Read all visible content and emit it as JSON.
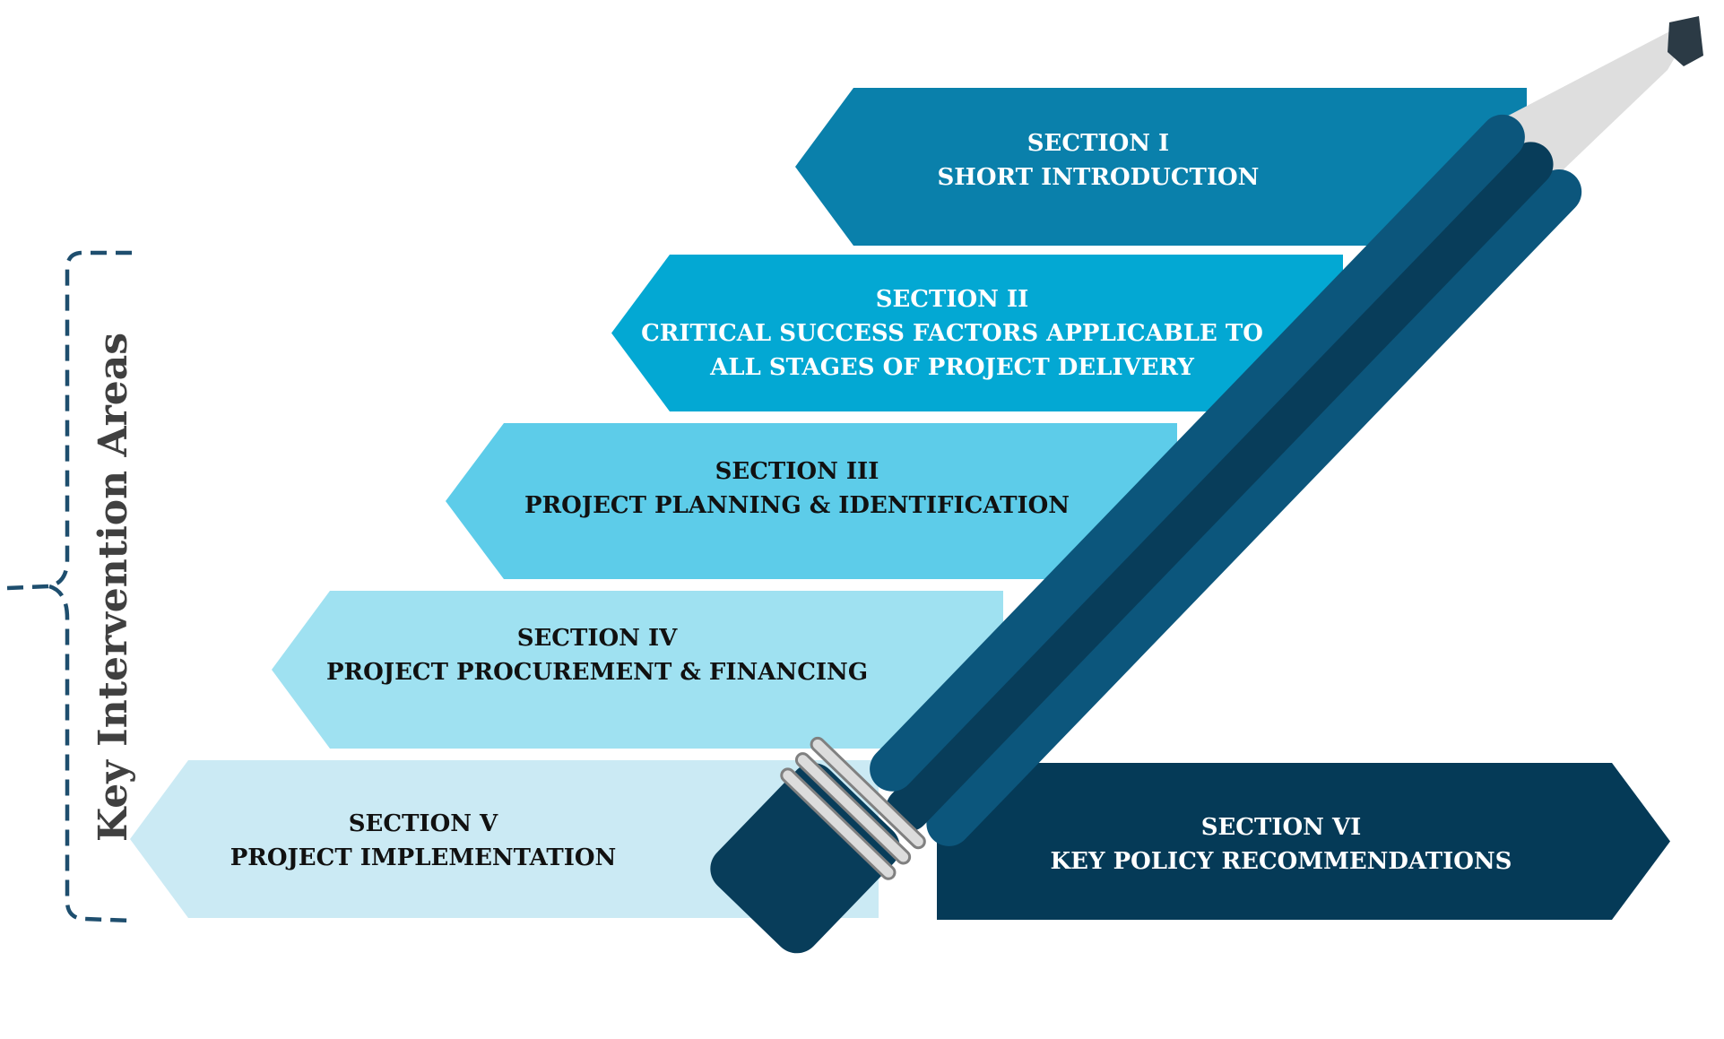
{
  "side_label": {
    "text": "Key Intervention Areas",
    "color": "#404040",
    "bracket_color": "#1e4e6e"
  },
  "sections": [
    {
      "id": "section-1",
      "lines": [
        "SECTION I",
        "SHORT INTRODUCTION"
      ],
      "fill": "#0a80ab",
      "text_color": "#ffffff",
      "direction": "left"
    },
    {
      "id": "section-2",
      "lines": [
        "SECTION II",
        "CRITICAL SUCCESS FACTORS  APPLICABLE  TO",
        "ALL STAGES OF PROJECT DELIVERY"
      ],
      "fill": "#03a8d3",
      "text_color": "#ffffff",
      "direction": "left"
    },
    {
      "id": "section-3",
      "lines": [
        "SECTION III",
        "PROJECT PLANNING & IDENTIFICATION"
      ],
      "fill": "#5dcce9",
      "text_color": "#111111",
      "direction": "left"
    },
    {
      "id": "section-4",
      "lines": [
        "SECTION IV",
        "PROJECT PROCUREMENT & FINANCING"
      ],
      "fill": "#9fe1f1",
      "text_color": "#111111",
      "direction": "left"
    },
    {
      "id": "section-5",
      "lines": [
        "SECTION V",
        "PROJECT IMPLEMENTATION"
      ],
      "fill": "#cbeaf4",
      "text_color": "#111111",
      "direction": "left"
    },
    {
      "id": "section-6",
      "lines": [
        "SECTION VI",
        "KEY POLICY RECOMMENDATIONS"
      ],
      "fill": "#053a57",
      "text_color": "#ffffff",
      "direction": "right"
    }
  ],
  "pencil": {
    "icon": "pencil-icon",
    "body_color": "#0c567c",
    "body_dark": "#083d5a",
    "eraser_band_color": "#dcdcdc",
    "tip_color": "#dedede",
    "lead_color": "#2b3a45"
  }
}
